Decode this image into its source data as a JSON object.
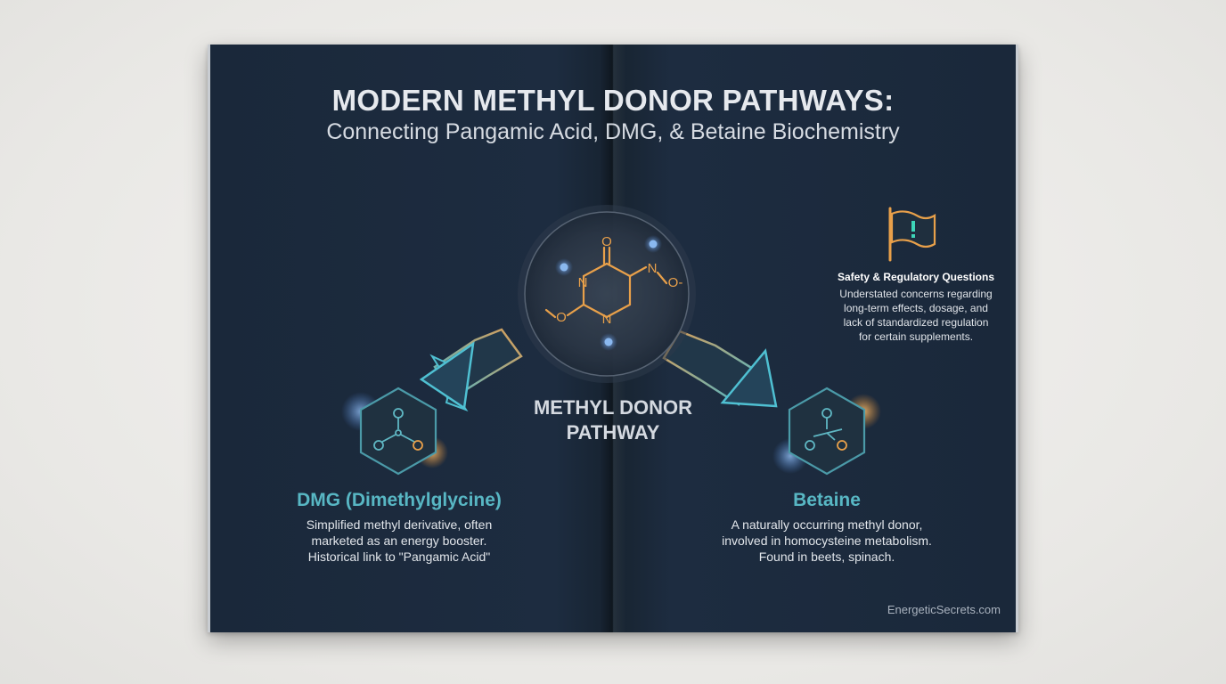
{
  "header": {
    "title": "MODERN METHYL DONOR PATHWAYS:",
    "subtitle": "Connecting Pangamic Acid, DMG, & Betaine Biochemistry"
  },
  "center": {
    "label_line1": "METHYL DONOR",
    "label_line2": "PATHWAY",
    "molecule_atoms": [
      "O",
      "N",
      "N",
      "N",
      "O",
      "O-"
    ]
  },
  "left": {
    "title": "DMG (Dimethylglycine)",
    "desc": [
      "Simplified methyl derivative, often",
      "marketed as an energy booster.",
      "Historical link to \"Pangamic Acid\""
    ],
    "icon": "molecule-hexagon-icon"
  },
  "right": {
    "title": "Betaine",
    "desc": [
      "A naturally occurring methyl donor,",
      "involved in homocysteine metabolism.",
      "Found in beets, spinach."
    ],
    "icon": "molecule-hexagon-icon"
  },
  "safety": {
    "title": "Safety & Regulatory Questions",
    "desc": [
      "Understated concerns regarding",
      "long-term effects, dosage, and",
      "lack of standardized regulation",
      "for certain supplements."
    ],
    "icon": "warning-flag-icon"
  },
  "footer": {
    "brand": "EnergeticSecrets.com"
  },
  "colors": {
    "background": "#1b2a3d",
    "accent_teal": "#58b7c4",
    "accent_orange": "#e8a04a",
    "node_blue": "#6fa8e6"
  }
}
